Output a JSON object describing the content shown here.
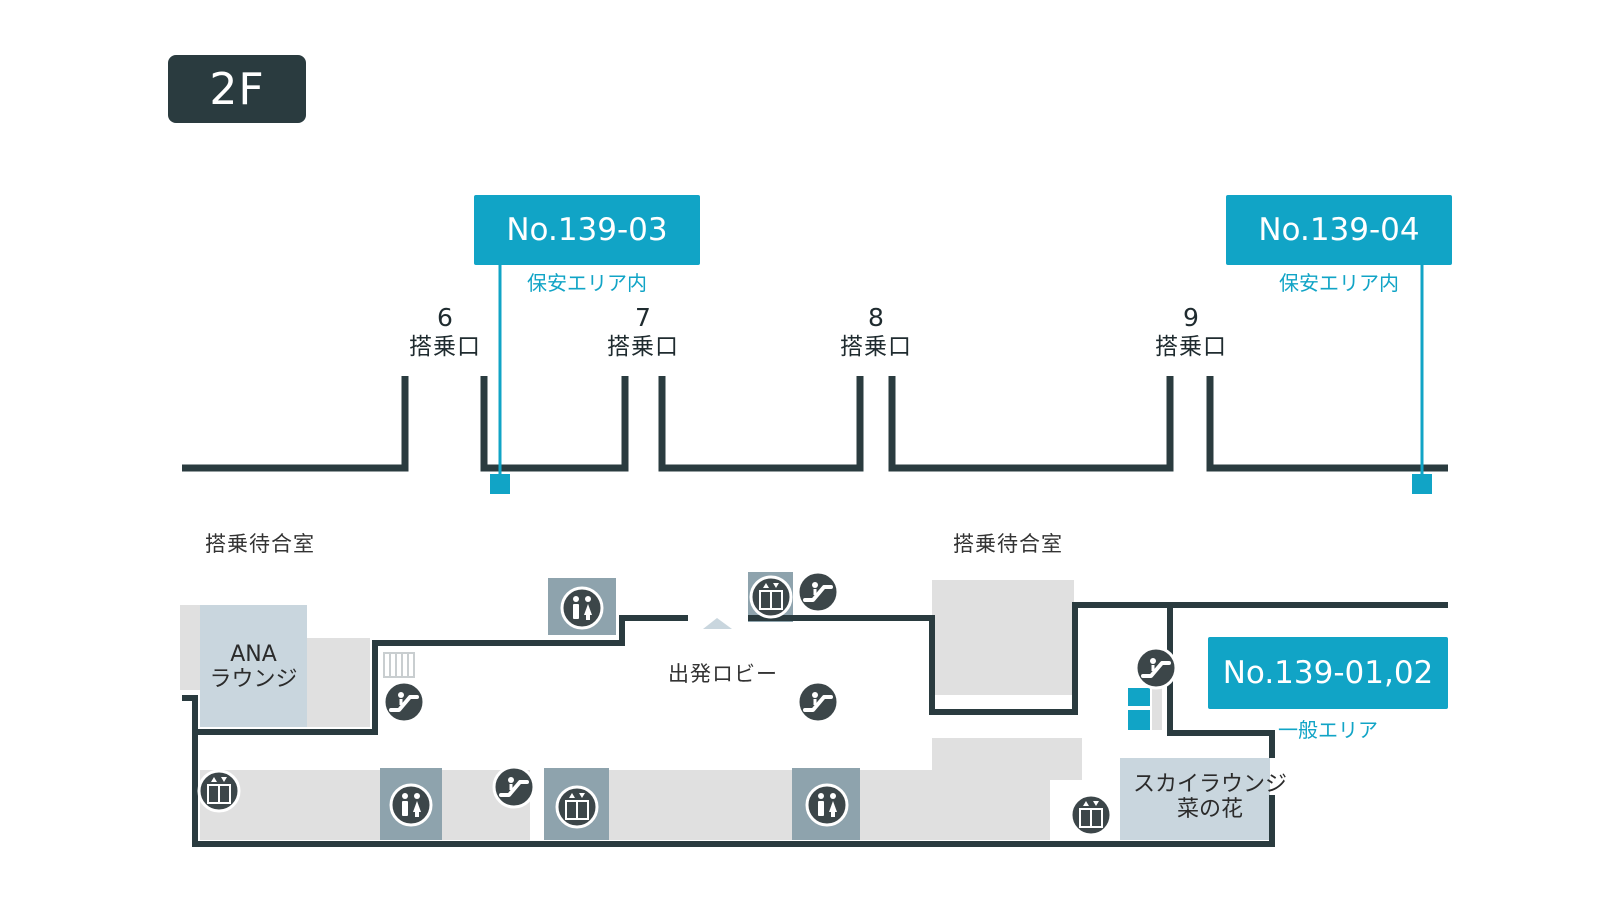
{
  "floor": {
    "label": "2F"
  },
  "tags": [
    {
      "id": "no-139-03",
      "label": "No.139-03",
      "sub": "保安エリア内"
    },
    {
      "id": "no-139-04",
      "label": "No.139-04",
      "sub": "保安エリア内"
    },
    {
      "id": "no-139-01-02",
      "label": "No.139-01,02",
      "sub": "一般エリア"
    }
  ],
  "gates": [
    {
      "num": "6",
      "label": "搭乗口"
    },
    {
      "num": "7",
      "label": "搭乗口"
    },
    {
      "num": "8",
      "label": "搭乗口"
    },
    {
      "num": "9",
      "label": "搭乗口"
    }
  ],
  "areas": {
    "waiting_left": "搭乗待合室",
    "waiting_right": "搭乗待合室",
    "departure_lobby": "出発ロビー"
  },
  "lounges": {
    "ana_line1": "ANA",
    "ana_line2": "ラウンジ",
    "sky_line1": "スカイラウンジ",
    "sky_line2": "菜の花"
  },
  "icons": {
    "restroom": "restroom-icon",
    "elevator": "elevator-icon",
    "escalator": "escalator-icon"
  },
  "colors": {
    "accent": "#11a4c6",
    "wall": "#2a3b3f",
    "floor_badge": "#2a3b3f",
    "facility_fill": "#e0e0e0",
    "lounge_fill": "#c9d6de",
    "restroom_fill": "#8ea3ad",
    "icon_fill": "#3c4649"
  }
}
